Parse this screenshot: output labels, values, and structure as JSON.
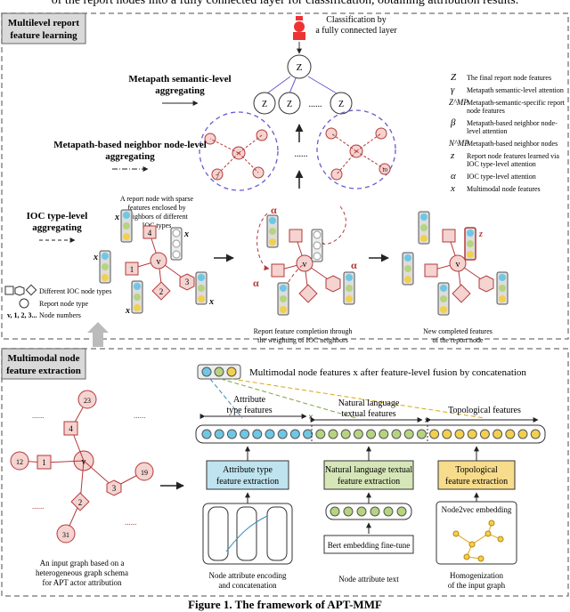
{
  "top_caption_fragment": "of the report nodes into a fully connected layer for classification, obtaining attribution results.",
  "figure_caption": "Figure 1. The framework of APT-MMF",
  "colors": {
    "node_fill": "#f4d3d0",
    "node_stroke": "#b33a3a",
    "blue_cell": "#6fc7e6",
    "green_cell": "#b6d47f",
    "yellow_cell": "#f3cf4f",
    "attr_box": "#bfe3ef",
    "nlp_box": "#d7e6b8",
    "topo_box": "#f7dc8c",
    "section_label_bg": "#d9d9d9"
  },
  "sections": {
    "upper_label_line1": "Multilevel report",
    "upper_label_line2": "feature learning",
    "lower_label_line1": "Multimodal node",
    "lower_label_line2": "feature extraction"
  },
  "stages": {
    "semantic_l1": "Metapath semantic-level",
    "semantic_l2": "aggregating",
    "neighbor_l1": "Metapath-based neighbor node-level",
    "neighbor_l2": "aggregating",
    "ioc_l1": "IOC type-level",
    "ioc_l2": "aggregating",
    "classification_l1": "Classification by",
    "classification_l2": "a fully connected layer",
    "sparse_l1": "A report node with sparse",
    "sparse_l2": "features enclosed by",
    "sparse_l3": "neighbors of different",
    "sparse_l4": "IOC types",
    "completion_l1": "Report feature completion through",
    "completion_l2": "the weighting of IOC neighbors",
    "newfeat_l1": "New completed features",
    "newfeat_l2": "of the report node",
    "dots": "......"
  },
  "legend": [
    {
      "symbol": "Z",
      "text": "The final report node features"
    },
    {
      "symbol": "γ",
      "text": "Metapath semantic-level attention"
    },
    {
      "symbol": "Z^MP",
      "text": "Metapath-semantic-specific report node features"
    },
    {
      "symbol": "β",
      "text": "Metapath-based neighbor node-level attention"
    },
    {
      "symbol": "N^MP",
      "text": "Metapath-based neighbor nodes"
    },
    {
      "symbol": "z",
      "text": "Report node features learned via IOC type-level attention"
    },
    {
      "symbol": "α",
      "text": "IOC type-level attention"
    },
    {
      "symbol": "x",
      "text": "Multimodal node features"
    }
  ],
  "node_legend": {
    "types": "Different IOC node types",
    "report": "Report node type",
    "numbers_symbol": "v, 1, 2, 3...",
    "numbers": "Node numbers"
  },
  "lower": {
    "fusion_label": "Multimodal node features x after feature-level fusion by concatenation",
    "attr_features_l1": "Attribute",
    "attr_features_l2": "type features",
    "nl_features_l1": "Natural language",
    "nl_features_l2": "textual features",
    "topo_features": "Topological features",
    "attr_box_l1": "Attribute type",
    "attr_box_l2": "feature extraction",
    "nlp_box_l1": "Natural language textual",
    "nlp_box_l2": "feature extraction",
    "topo_box_l1": "Topological",
    "topo_box_l2": "feature extraction",
    "bert": "Bert embedding fine-tune",
    "node2vec": "Node2vec embedding",
    "attr_cap_l1": "Node attribute encoding",
    "attr_cap_l2": "and concatenation",
    "text_cap": "Node attribute text",
    "homog_l1": "Homogenization",
    "homog_l2": "of the input graph",
    "input_l1": "An input graph based on a",
    "input_l2": "heterogeneous graph schema",
    "input_l3": "for APT actor attribution"
  },
  "graph_nodes": {
    "center": "v",
    "n1": "1",
    "n2": "2",
    "n3": "3",
    "n4": "4",
    "n12": "12",
    "n19": "19",
    "n23": "23",
    "n31": "31",
    "n7": "7",
    "n10": "10",
    "dots": "......"
  },
  "symbols": {
    "zv": "z",
    "Zv": "Z",
    "alpha_o": "α",
    "x1": "x",
    "x2": "x",
    "x3": "x",
    "x4": "x",
    "xv": "x"
  }
}
